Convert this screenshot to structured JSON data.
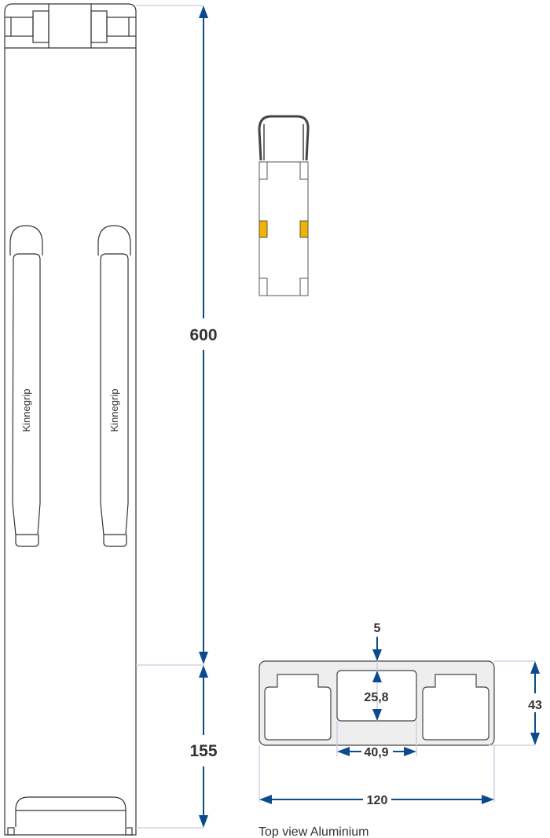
{
  "drawing": {
    "side_view": {
      "handle_brand_left": "Kinnegrip",
      "handle_brand_right": "Kinnegrip",
      "dimension_total_upper": "600",
      "dimension_total_lower": "155"
    },
    "profile": {
      "dimension_wall": "5",
      "dimension_inner_height": "25,8",
      "dimension_height": "43",
      "dimension_inner_width": "40,9",
      "dimension_width": "120",
      "caption": "Top view Aluminium"
    },
    "colors": {
      "dimension_blue": "#0b4a8d",
      "accent_orange": "#f0b400",
      "fill_grey": "#efeeef"
    }
  }
}
